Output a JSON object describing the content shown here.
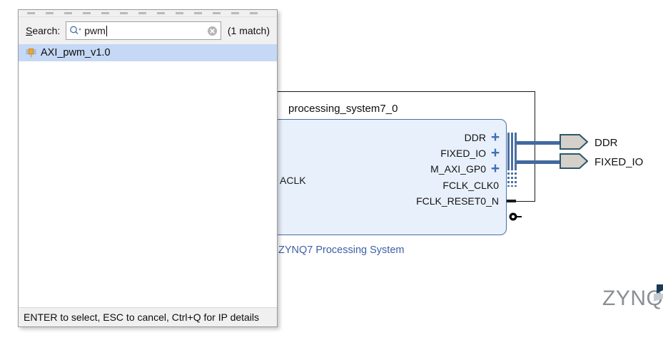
{
  "popup": {
    "search_label_prefix": "S",
    "search_label_rest": "earch:",
    "search_value": "pwm",
    "search_placeholder": "Search",
    "match_count": "(1 match)",
    "search_icon": "search-dropdown-icon",
    "clear_icon": "clear-x-icon",
    "grip_icon": "drag-grip-icon",
    "results": [
      {
        "label": "AXI_pwm_v1.0",
        "icon": "ip-core-icon",
        "selected": true
      }
    ],
    "status_text": "ENTER to select, ESC to cancel, Ctrl+Q for IP details"
  },
  "diagram": {
    "block_title": "processing_system7_0",
    "block_subtitle": "ZYNQ7 Processing System",
    "logo_text": "ZYNQ",
    "logo_dot": ".",
    "input_ports": [
      {
        "label": "ACLK"
      }
    ],
    "output_ports": [
      {
        "label": "DDR",
        "type": "interface",
        "plus": "+",
        "connected": true
      },
      {
        "label": "FIXED_IO",
        "type": "interface",
        "plus": "+",
        "connected": true
      },
      {
        "label": "M_AXI_GP0",
        "type": "interface",
        "plus": "+",
        "connected": false
      },
      {
        "label": "FCLK_CLK0",
        "type": "pin",
        "plus": "",
        "connected": true
      },
      {
        "label": "FCLK_RESET0_N",
        "type": "pin",
        "plus": "",
        "connected": false
      }
    ],
    "external_ports": [
      {
        "label": "DDR"
      },
      {
        "label": "FIXED_IO"
      }
    ],
    "colors": {
      "block_fill": "#e8f0fb",
      "block_border": "#4a6fa5",
      "wire": "#41699f",
      "subtitle": "#3f5fa8",
      "ext_port_fill": "#d5d0ca",
      "ext_port_border": "#2c5866",
      "plus": "#3f6fb5",
      "selection": "#c5d8f5",
      "ip_icon": "#f5a623"
    }
  }
}
